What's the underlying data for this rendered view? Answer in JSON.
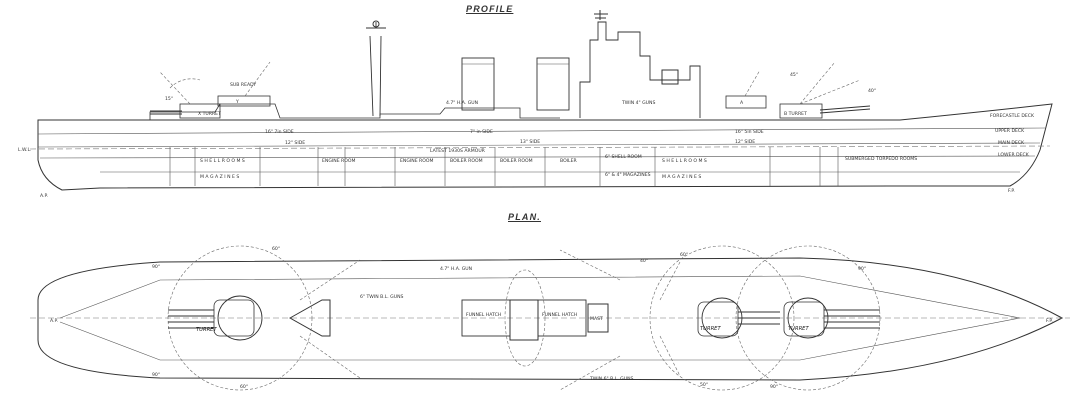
{
  "titles": {
    "profile": "PROFILE",
    "plan": "PLAN."
  },
  "profile_labels": {
    "forecastle_deck": "FORECASTLE DECK",
    "upper_deck": "UPPER DECK",
    "main_deck": "MAIN DECK",
    "lower_deck": "LOWER DECK",
    "lwl": "L.W.L.",
    "ap": "A.P.",
    "fp": "F.P.",
    "turret_b": "B TURRET",
    "turret_x": "X TURRET",
    "turret_a": "A",
    "turret_y": "Y",
    "shell_rooms_aft": "S H E L L   R O O M S",
    "magazines_aft": "M A G A Z I N E S",
    "engine_room_1": "ENGINE ROOM",
    "engine_room_2": "ENGINE ROOM",
    "boiler_room_1": "BOILER ROOM",
    "boiler_room_2": "BOILER ROOM",
    "boiler_room_3": "BOILER",
    "six_in_shell_room": "6\" SHELL ROOM",
    "six_in_magazines": "6\" & 4\" MAGAZINES",
    "shell_rooms_fwd": "S H E L L   R O O M S",
    "magazines_fwd": "M A G A Z I N E S",
    "belt_16": "16\" 7in SIDE",
    "belt_12": "12\" SIDE",
    "belt_7": "7\" in SIDE",
    "belt_13": "13\" SIDE",
    "belt_16b": "16\" 5in SIDE",
    "belt_12b": "12\" SIDE",
    "deck_note": "LATEST 1930S ARMOUR",
    "deg_15": "15°",
    "deg_45": "45°",
    "deg_40": "40°",
    "twin_guns": "TWIN 4\" GUNS",
    "aa_gun": "4.7\" H.A. GUN",
    "sub_ready": "SUB READY",
    "torpedo_rooms": "SUBMERGED TORPEDO ROOMS"
  },
  "plan_labels": {
    "turret_aft": "TURRET",
    "turret_b": "TURRET",
    "turret_a": "TURRET",
    "funnel_hatch_1": "FUNNEL HATCH",
    "funnel_hatch_2": "FUNNEL HATCH",
    "mast": "MAST",
    "ap": "A.P.",
    "fp": "F.P.",
    "aa_gun": "4.7\" H.A. GUN",
    "twin_guns": "TWIN 6\" B.L. GUNS",
    "six_in_guns": "6\" TWIN B.L. GUNS",
    "deg_60": "60°",
    "deg_90": "90°",
    "deg_40": "40°",
    "deg_50": "50°"
  }
}
